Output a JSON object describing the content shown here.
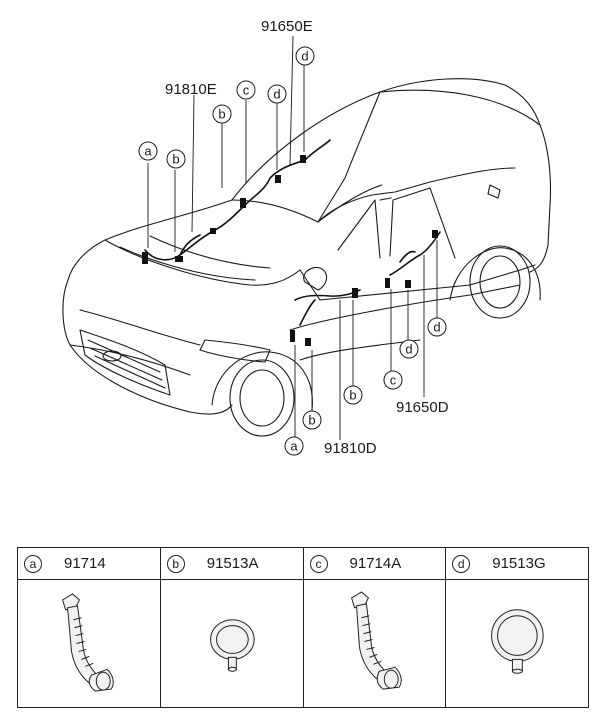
{
  "diagram": {
    "part_labels": {
      "p91650E": "91650E",
      "p91810E": "91810E",
      "p91810D": "91810D",
      "p91650D": "91650D"
    },
    "callouts": {
      "a": "a",
      "b": "b",
      "c": "c",
      "d": "d"
    }
  },
  "parts_table": [
    {
      "letter": "a",
      "number": "91714",
      "icon": "grommet-elbow-icon"
    },
    {
      "letter": "b",
      "number": "91513A",
      "icon": "round-grommet-icon"
    },
    {
      "letter": "c",
      "number": "91714A",
      "icon": "grommet-elbow-icon"
    },
    {
      "letter": "d",
      "number": "91513G",
      "icon": "round-grommet-icon"
    }
  ]
}
